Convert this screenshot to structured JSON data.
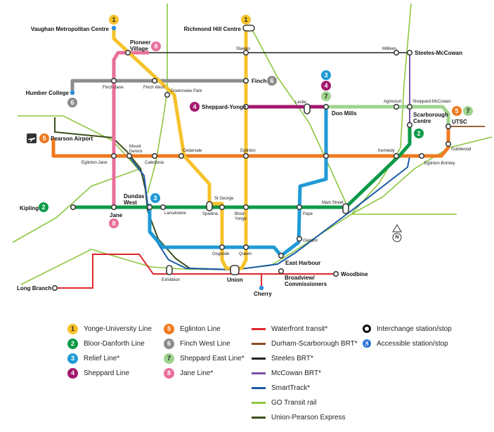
{
  "colors": {
    "line1": "#f6c22b",
    "line2": "#0b9a47",
    "line3": "#1f9ad6",
    "line4": "#a2186e",
    "line5": "#ef7a1f",
    "line6": "#8c8c8c",
    "line7": "#9fd38d",
    "line8": "#e96f9c",
    "waterfront": "#e0262d",
    "durham": "#8a4b22",
    "steeles": "#222222",
    "mccowan": "#7b4ea8",
    "smarttrack": "#1a5aa6",
    "gotransit": "#8dc63f",
    "up_express": "#3b4f1c"
  },
  "badges": {
    "l1_top": "1",
    "l1_rh": "1",
    "l8_pv": "8",
    "l6_finch": "6",
    "l6_hc": "6",
    "l3_dm": "3",
    "l4_dm": "4",
    "l7_dm": "7",
    "l4_sy": "4",
    "l5_utsc": "5",
    "l7_utsc": "7",
    "l2_sc": "2",
    "l5_pa": "5",
    "l3_dw": "3",
    "l2_k": "2",
    "l8_jane": "8",
    "north": "N"
  },
  "stations": {
    "vaughan": "Vaughan Metropolitan Centre",
    "richmond": "Richmond Hill Centre",
    "pioneer1": "Pioneer",
    "pioneer2": "Village",
    "steeles": "Steeles",
    "milliken": "Milliken",
    "steeles_mccowan": "Steeles-McCowan",
    "finch_jane": "Finch-Jane",
    "finch_west": "Finch West",
    "finch": "Finch",
    "downsview": "Downsview Park",
    "humber": "Humber College",
    "sheppard_yonge": "Sheppard-Yonge",
    "leslie": "Leslie",
    "don_mills": "Don Mills",
    "agincourt": "Agincourt",
    "sheppard_mccowan": "Sheppard-McCowan",
    "scarborough1": "Scarborough",
    "scarborough2": "Centre",
    "utsc": "UTSC",
    "pearson": "Pearson Airport",
    "mount1": "Mount",
    "mount2": "Dennis",
    "cedarvale": "Cedarvale",
    "eglinton_jane": "Eglinton-Jane",
    "caledonia": "Caledonia",
    "eglinton": "Eglinton",
    "kennedy": "Kennedy",
    "guildwood": "Guildwood",
    "eglinton_brimley": "Eglinton-Brimley",
    "dundas1": "Dundas",
    "dundas2": "West",
    "st_george": "St George",
    "main_street": "Main Street",
    "kipling": "Kipling",
    "lansdowne": "Lansdowne",
    "spadina": "Spadina",
    "bloor1": "Bloor-",
    "bloor2": "Yonge",
    "pape": "Pape",
    "jane": "Jane",
    "gerrard": "Gerrard",
    "osgoode": "Osgoode",
    "queen": "Queen",
    "east_harbour": "East Harbour",
    "union": "Union",
    "exhibition": "Exhibition",
    "woodbine": "Woodbine",
    "broadview1": "Broadview/",
    "broadview2": "Commissioners",
    "long_branch": "Long Branch",
    "cherry": "Cherry"
  },
  "legend": {
    "l1": {
      "num": "1",
      "label": "Yonge-University Line"
    },
    "l2": {
      "num": "2",
      "label": "Bloor-Danforth Line"
    },
    "l3": {
      "num": "3",
      "label": "Relief Line*"
    },
    "l4": {
      "num": "4",
      "label": "Sheppard Line"
    },
    "l5": {
      "num": "5",
      "label": "Eglinton Line"
    },
    "l6": {
      "num": "6",
      "label": "Finch West Line"
    },
    "l7": {
      "num": "7",
      "label": "Sheppard East Line*"
    },
    "l8": {
      "num": "8",
      "label": "Jane Line*"
    },
    "waterfront": "Waterfront transit*",
    "durham": "Durham-Scarborough BRT*",
    "steeles": "Steeles BRT*",
    "mccowan": "McCowan BRT*",
    "smarttrack": "SmartTrack*",
    "go": "GO Transit rail",
    "up": "Union-Pearson Express",
    "interchange": "Interchange station/stop",
    "accessible": "Accessible station/stop"
  }
}
